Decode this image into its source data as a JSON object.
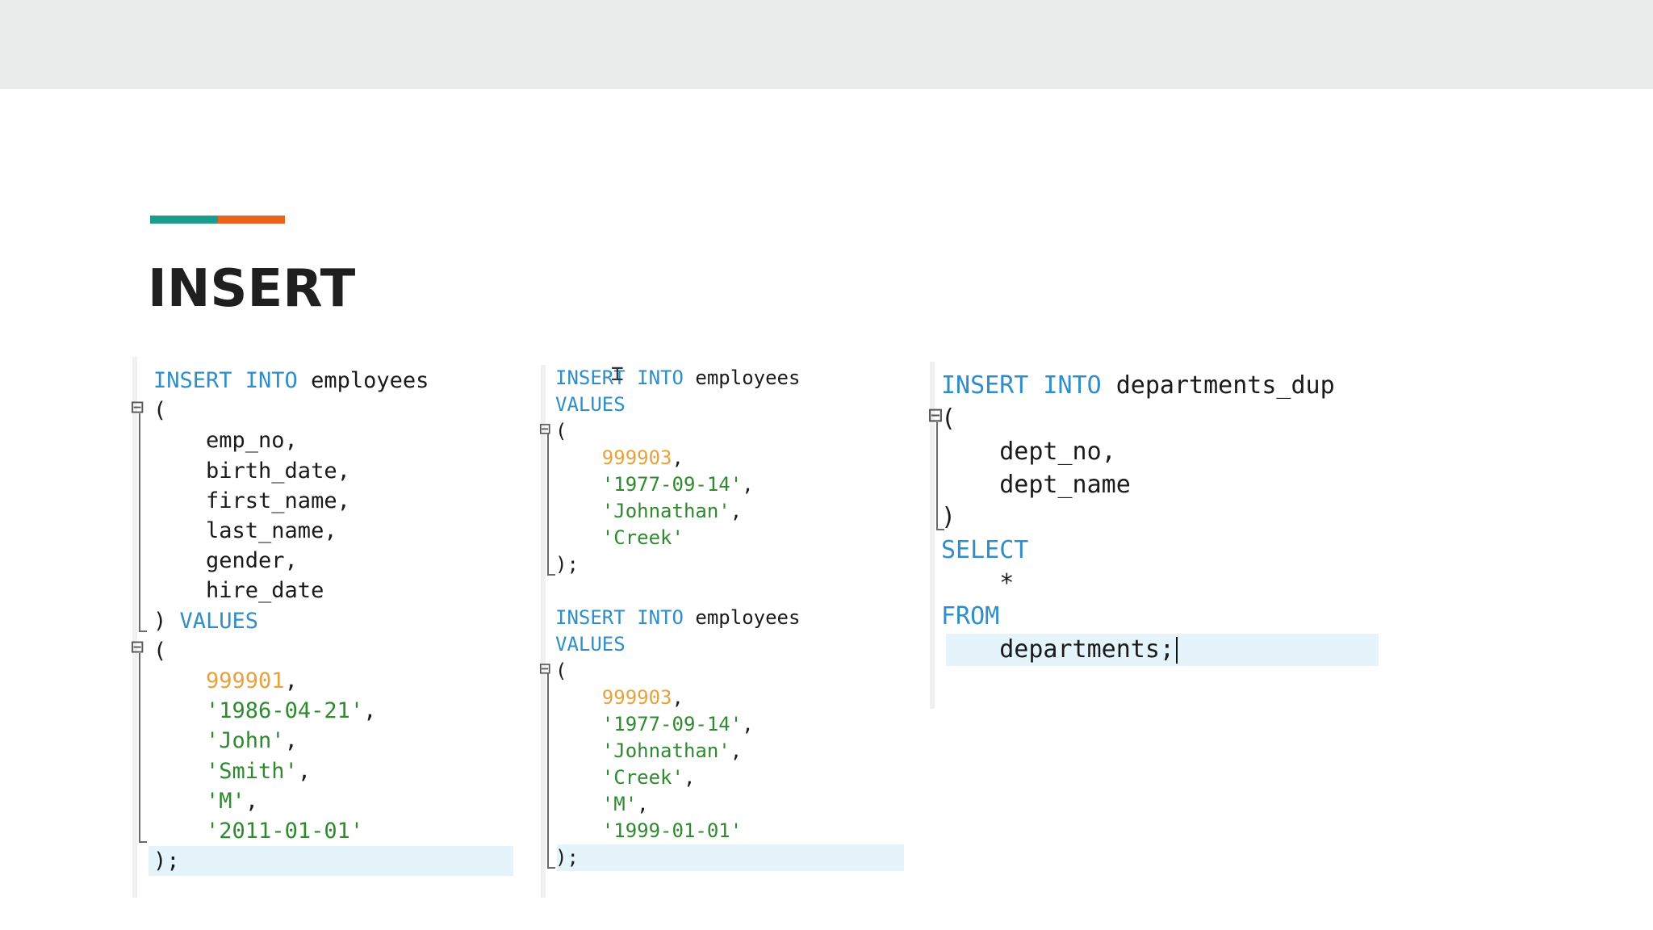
{
  "slide": {
    "title": "INSERT",
    "accent_colors": [
      "#1c9c8c",
      "#e8641b"
    ]
  },
  "code_panels": [
    {
      "lines": [
        [
          {
            "t": "INSERT INTO ",
            "c": "kw"
          },
          {
            "t": "employees",
            "c": "txt"
          }
        ],
        [
          {
            "t": "(",
            "c": "txt"
          }
        ],
        [
          {
            "t": "    emp_no,",
            "c": "txt"
          }
        ],
        [
          {
            "t": "    birth_date,",
            "c": "txt"
          }
        ],
        [
          {
            "t": "    first_name,",
            "c": "txt"
          }
        ],
        [
          {
            "t": "    last_name,",
            "c": "txt"
          }
        ],
        [
          {
            "t": "    gender,",
            "c": "txt"
          }
        ],
        [
          {
            "t": "    hire_date",
            "c": "txt"
          }
        ],
        [
          {
            "t": ") ",
            "c": "txt"
          },
          {
            "t": "VALUES",
            "c": "kw"
          }
        ],
        [
          {
            "t": "(",
            "c": "txt"
          }
        ],
        [
          {
            "t": "    ",
            "c": "txt"
          },
          {
            "t": "999901",
            "c": "num"
          },
          {
            "t": ",",
            "c": "txt"
          }
        ],
        [
          {
            "t": "    ",
            "c": "txt"
          },
          {
            "t": "'1986-04-21'",
            "c": "str"
          },
          {
            "t": ",",
            "c": "txt"
          }
        ],
        [
          {
            "t": "    ",
            "c": "txt"
          },
          {
            "t": "'John'",
            "c": "str"
          },
          {
            "t": ",",
            "c": "txt"
          }
        ],
        [
          {
            "t": "    ",
            "c": "txt"
          },
          {
            "t": "'Smith'",
            "c": "str"
          },
          {
            "t": ",",
            "c": "txt"
          }
        ],
        [
          {
            "t": "    ",
            "c": "txt"
          },
          {
            "t": "'M'",
            "c": "str"
          },
          {
            "t": ",",
            "c": "txt"
          }
        ],
        [
          {
            "t": "    ",
            "c": "txt"
          },
          {
            "t": "'2011-01-01'",
            "c": "str"
          }
        ],
        [
          {
            "t": ");",
            "c": "txt"
          }
        ]
      ]
    },
    {
      "lines": [
        [
          {
            "t": "INSERT INTO ",
            "c": "kw"
          },
          {
            "t": "employees",
            "c": "txt"
          }
        ],
        [
          {
            "t": "VALUES",
            "c": "kw"
          }
        ],
        [
          {
            "t": "(",
            "c": "txt"
          }
        ],
        [
          {
            "t": "    ",
            "c": "txt"
          },
          {
            "t": "999903",
            "c": "num"
          },
          {
            "t": ",",
            "c": "txt"
          }
        ],
        [
          {
            "t": "    ",
            "c": "txt"
          },
          {
            "t": "'1977-09-14'",
            "c": "str"
          },
          {
            "t": ",",
            "c": "txt"
          }
        ],
        [
          {
            "t": "    ",
            "c": "txt"
          },
          {
            "t": "'Johnathan'",
            "c": "str"
          },
          {
            "t": ",",
            "c": "txt"
          }
        ],
        [
          {
            "t": "    ",
            "c": "txt"
          },
          {
            "t": "'Creek'",
            "c": "str"
          }
        ],
        [
          {
            "t": ");",
            "c": "txt"
          }
        ],
        [],
        [
          {
            "t": "INSERT INTO ",
            "c": "kw"
          },
          {
            "t": "employees",
            "c": "txt"
          }
        ],
        [
          {
            "t": "VALUES",
            "c": "kw"
          }
        ],
        [
          {
            "t": "(",
            "c": "txt"
          }
        ],
        [
          {
            "t": "    ",
            "c": "txt"
          },
          {
            "t": "999903",
            "c": "num"
          },
          {
            "t": ",",
            "c": "txt"
          }
        ],
        [
          {
            "t": "    ",
            "c": "txt"
          },
          {
            "t": "'1977-09-14'",
            "c": "str"
          },
          {
            "t": ",",
            "c": "txt"
          }
        ],
        [
          {
            "t": "    ",
            "c": "txt"
          },
          {
            "t": "'Johnathan'",
            "c": "str"
          },
          {
            "t": ",",
            "c": "txt"
          }
        ],
        [
          {
            "t": "    ",
            "c": "txt"
          },
          {
            "t": "'Creek'",
            "c": "str"
          },
          {
            "t": ",",
            "c": "txt"
          }
        ],
        [
          {
            "t": "    ",
            "c": "txt"
          },
          {
            "t": "'M'",
            "c": "str"
          },
          {
            "t": ",",
            "c": "txt"
          }
        ],
        [
          {
            "t": "    ",
            "c": "txt"
          },
          {
            "t": "'1999-01-01'",
            "c": "str"
          }
        ],
        [
          {
            "t": ");",
            "c": "txt"
          }
        ]
      ]
    },
    {
      "lines": [
        [
          {
            "t": "INSERT INTO ",
            "c": "kw"
          },
          {
            "t": "departments_dup",
            "c": "txt"
          }
        ],
        [
          {
            "t": "(",
            "c": "txt"
          }
        ],
        [
          {
            "t": "    dept_no,",
            "c": "txt"
          }
        ],
        [
          {
            "t": "    dept_name",
            "c": "txt"
          }
        ],
        [
          {
            "t": ")",
            "c": "txt"
          }
        ],
        [
          {
            "t": "SELECT",
            "c": "kw"
          }
        ],
        [
          {
            "t": "    *",
            "c": "txt"
          }
        ],
        [
          {
            "t": "FROM",
            "c": "kw"
          }
        ],
        [
          {
            "t": "    departments;",
            "c": "txt"
          }
        ]
      ]
    }
  ]
}
